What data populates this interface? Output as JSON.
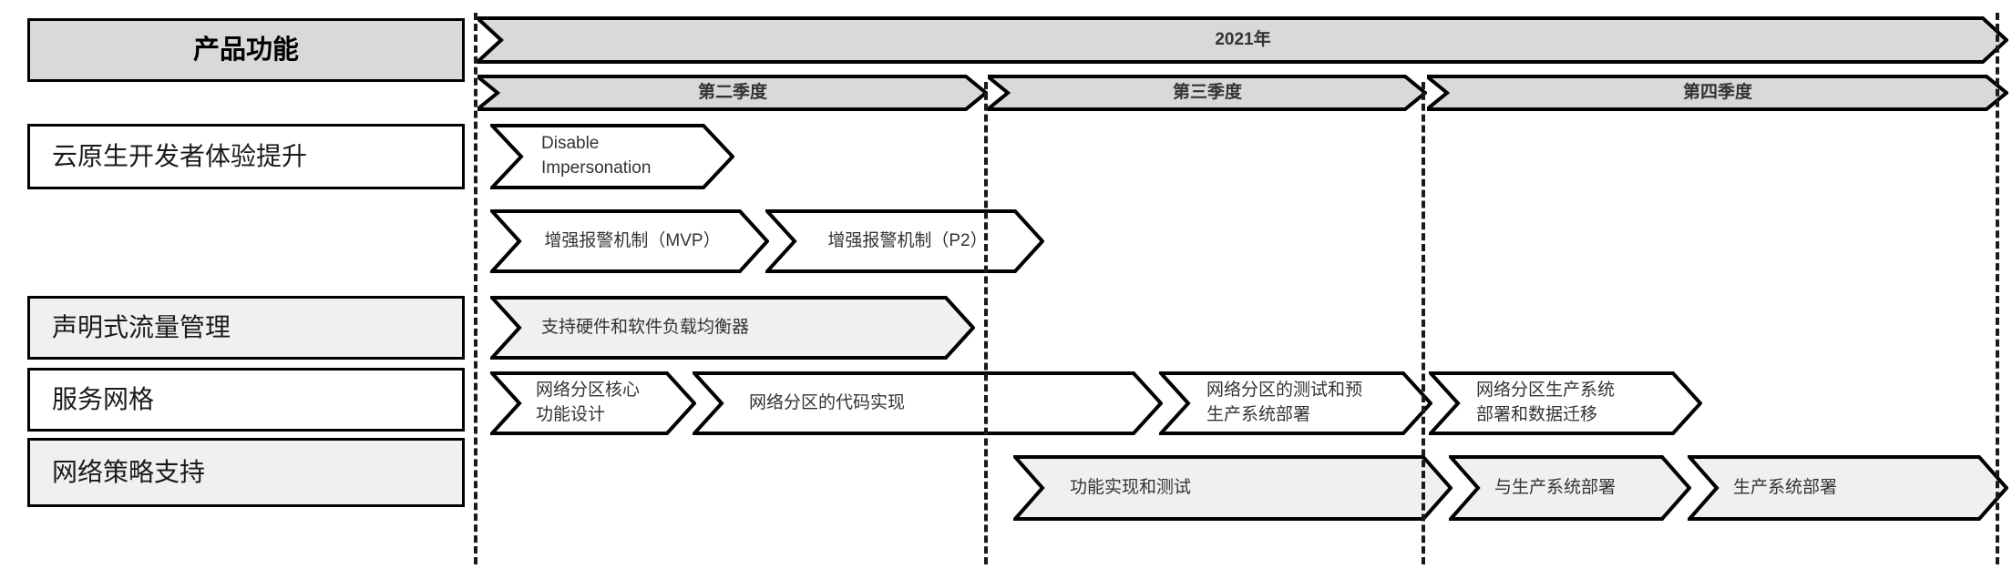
{
  "sidebar": {
    "header_label": "产品功能",
    "rows": [
      {
        "label": "云原生开发者体验提升",
        "shaded": false
      },
      {
        "label": "声明式流量管理",
        "shaded": true
      },
      {
        "label": "服务网格",
        "shaded": false
      },
      {
        "label": "网络策略支持",
        "shaded": true
      }
    ]
  },
  "timeline": {
    "year_label": "2021年",
    "quarters": [
      {
        "label": "第二季度"
      },
      {
        "label": "第三季度"
      },
      {
        "label": "第四季度"
      }
    ]
  },
  "tasks": {
    "row1": [
      {
        "label": "Disable\nImpersonation",
        "fill": "#ffffff"
      }
    ],
    "row2": [
      {
        "label": "增强报警机制（MVP）",
        "fill": "#ffffff"
      },
      {
        "label": "增强报警机制（P2）",
        "fill": "#ffffff"
      }
    ],
    "row3": [
      {
        "label": "支持硬件和软件负载均衡器",
        "fill": "#f0f0f0"
      }
    ],
    "row4": [
      {
        "label": "网络分区核心\n功能设计",
        "fill": "#ffffff"
      },
      {
        "label": "网络分区的代码实现",
        "fill": "#ffffff"
      },
      {
        "label": "网络分区的测试和预\n生产系统部署",
        "fill": "#ffffff"
      },
      {
        "label": "网络分区生产系统\n部署和数据迁移",
        "fill": "#ffffff"
      }
    ],
    "row5": [
      {
        "label": "功能实现和测试",
        "fill": "#f0f0f0"
      },
      {
        "label": "与生产系统部署",
        "fill": "#f0f0f0"
      },
      {
        "label": "生产系统部署",
        "fill": "#f0f0f0"
      }
    ]
  },
  "colors": {
    "header_fill": "#d9d9d9",
    "shaded_fill": "#f0f0f0",
    "white_fill": "#ffffff",
    "stroke": "#000000",
    "text": "#333333"
  }
}
